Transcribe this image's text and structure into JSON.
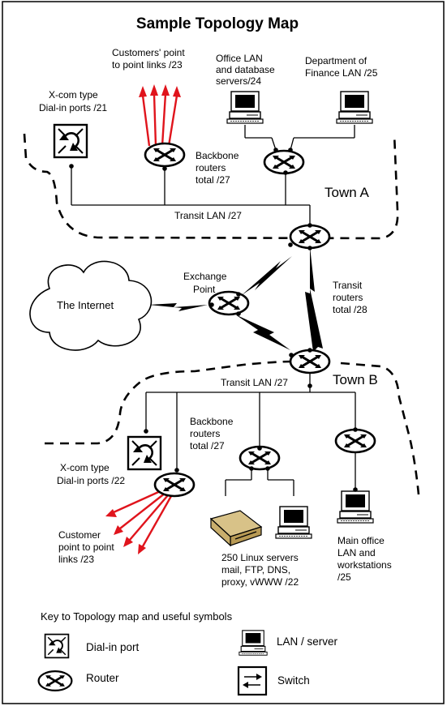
{
  "title": "Sample Topology Map",
  "labels": {
    "customers_links_a": [
      "Customers' point",
      "to point links /23"
    ],
    "office_lan": [
      "Office LAN",
      "and database",
      "servers/24"
    ],
    "finance_lan": [
      "Department of",
      "Finance LAN /25"
    ],
    "xcom_a": [
      "X-com type",
      "Dial-in ports /21"
    ],
    "backbone_a": [
      "Backbone",
      "routers",
      "total /27"
    ],
    "town_a": "Town A",
    "transit_lan_a": "Transit LAN /27",
    "exchange_point": [
      "Exchange",
      "Point"
    ],
    "internet": "The Internet",
    "transit_routers": [
      "Transit",
      "routers",
      "total /28"
    ],
    "town_b": "Town B",
    "transit_lan_b": "Transit LAN /27",
    "backbone_b": [
      "Backbone",
      "routers",
      "total /27"
    ],
    "xcom_b": [
      "X-com type",
      "Dial-in ports /22"
    ],
    "customer_links_b": [
      "Customer",
      "point to point",
      "links /23"
    ],
    "linux_servers": [
      "250 Linux servers",
      "mail, FTP, DNS,",
      "proxy, vWWW /22"
    ],
    "main_office": [
      "Main office",
      "LAN and",
      "workstations",
      "/25"
    ]
  },
  "key": {
    "heading": "Key to Topology map and useful symbols",
    "dialin": "Dial-in port",
    "router": "Router",
    "lan_server": "LAN / server",
    "switch": "Switch"
  },
  "colors": {
    "line": "#000000",
    "customer_link": "#e0141c",
    "background": "#ffffff"
  }
}
